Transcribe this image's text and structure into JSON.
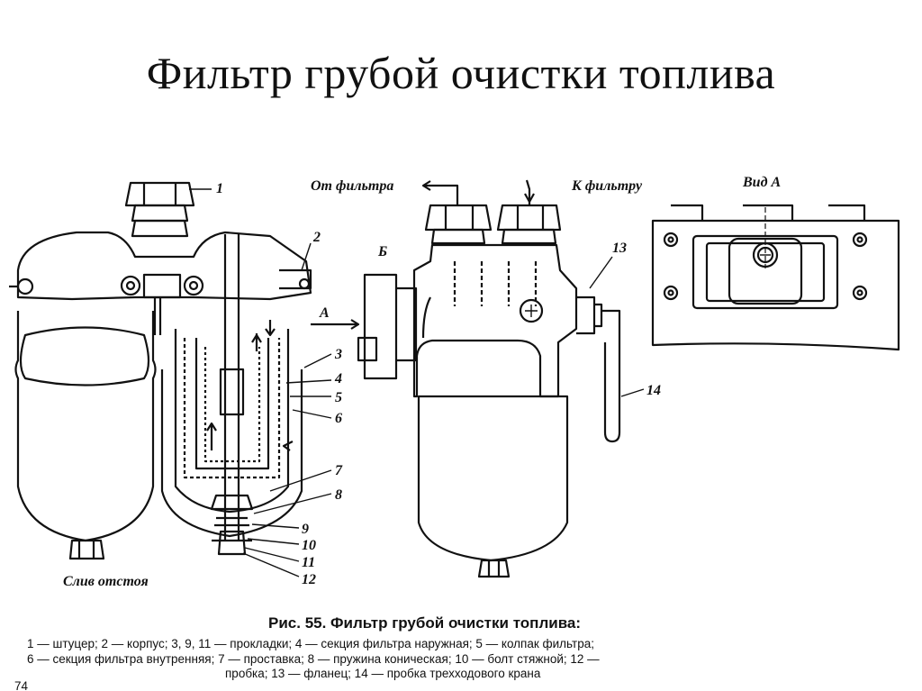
{
  "title": "Фильтр грубой очистки топлива",
  "labels": {
    "n1": "1",
    "n2": "2",
    "n3": "3",
    "n4": "4",
    "n5": "5",
    "n6": "6",
    "n7": "7",
    "n8": "8",
    "n9": "9",
    "n10": "10",
    "n11": "11",
    "n12": "12",
    "n13": "13",
    "n14": "14",
    "ot_filtra": "От фильтра",
    "k_filtru": "К фильтру",
    "vid_a": "Вид А",
    "b": "Б",
    "a": "А",
    "sliv": "Слив отстоя"
  },
  "caption": {
    "title": "Рис. 55. Фильтр грубой очистки топлива:",
    "lines": [
      "1 — штуцер; 2 — корпус; 3, 9, 11 — прокладки; 4 — секция фильтра наружная; 5 — колпак фильтра;",
      "6 — секция фильтра внутренняя; 7 — проставка; 8 — пружина коническая; 10 — болт стяжной; 12 —",
      "пробка; 13 — фланец; 14 — пробка трехходового крана"
    ],
    "page_number": "74"
  }
}
